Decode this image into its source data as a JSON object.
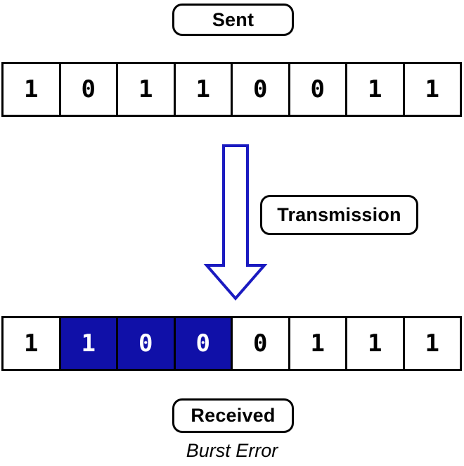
{
  "diagram": {
    "title": "Burst Error",
    "colors": {
      "corrupt_fill": "#1010a8",
      "corrupt_text": "#ffffff",
      "arrow_stroke": "#1a1ac0",
      "outline": "#000000",
      "background": "#ffffff"
    },
    "sent": {
      "label": "Sent",
      "bits": [
        "1",
        "0",
        "1",
        "1",
        "0",
        "0",
        "1",
        "1"
      ]
    },
    "transmission": {
      "label": "Transmission",
      "arrow_icon": "arrow-down-icon"
    },
    "received": {
      "label": "Received",
      "bits": [
        "1",
        "1",
        "0",
        "0",
        "0",
        "1",
        "1",
        "1"
      ],
      "corrupt_indices": [
        1,
        2,
        3
      ]
    },
    "caption": "Burst Error"
  }
}
